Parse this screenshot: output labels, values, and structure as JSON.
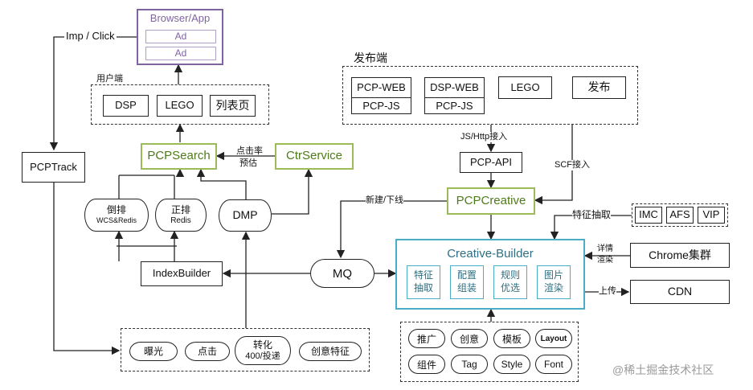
{
  "browser": {
    "title": "Browser/App",
    "ad1": "Ad",
    "ad2": "Ad"
  },
  "imp_click": "Imp / Click",
  "user_side": {
    "label": "用户端",
    "dsp": "DSP",
    "lego": "LEGO",
    "list": "列表页"
  },
  "publish": {
    "label": "发布端",
    "pcp_web": "PCP-WEB",
    "pcp_js": "PCP-JS",
    "dsp_web": "DSP-WEB",
    "dsp_js": "PCP-JS",
    "lego": "LEGO",
    "publish": "发布"
  },
  "pcptrack": "PCPTrack",
  "pcpsearch": "PCPSearch",
  "ctr_label_1": "点击率",
  "ctr_label_2": "预估",
  "ctrservice": "CtrService",
  "js_http": "JS/Http接入",
  "pcp_api": "PCP-API",
  "scf": "SCF接入",
  "new_offline": "新建/下线",
  "pcpcreative": "PCPCreative",
  "rank_inv": {
    "title": "倒排",
    "sub": "WCS&Redis"
  },
  "rank_fwd": {
    "title": "正排",
    "sub": "Redis"
  },
  "dmp": "DMP",
  "feature_extract": "特征抽取",
  "feature_sources": [
    "IMC",
    "AFS",
    "VIP"
  ],
  "indexbuilder": "IndexBuilder",
  "mq": "MQ",
  "creative_builder": {
    "title": "Creative-Builder",
    "cells": [
      {
        "l1": "特征",
        "l2": "抽取"
      },
      {
        "l1": "配置",
        "l2": "组装"
      },
      {
        "l1": "规则",
        "l2": "优选"
      },
      {
        "l1": "图片",
        "l2": "渲染"
      }
    ]
  },
  "detail_render_1": "详情",
  "detail_render_2": "渲染",
  "chrome": "Chrome集群",
  "upload": "上传",
  "cdn": "CDN",
  "events": {
    "exposure": "曝光",
    "click": "点击",
    "convert_1": "转化",
    "convert_2": "400/投递",
    "feature": "创意特征"
  },
  "components": [
    "推广",
    "创意",
    "模板",
    "Layout",
    "组件",
    "Tag",
    "Style",
    "Font"
  ],
  "watermark": "@稀土掘金技术社区"
}
